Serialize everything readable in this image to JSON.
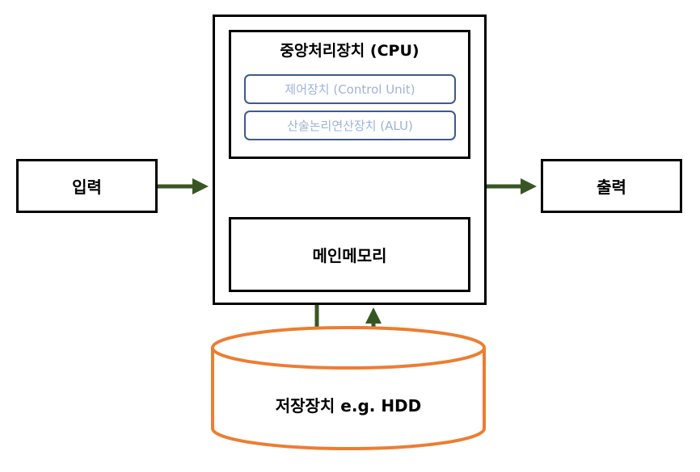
{
  "diagram": {
    "input_label": "입력",
    "output_label": "출력",
    "cpu": {
      "title": "중앙처리장치 (CPU)",
      "control_unit": "제어장치 (Control Unit)",
      "alu": "산술논리연산장치 (ALU)"
    },
    "memory_label": "메인메모리",
    "storage_label": "저장장치 e.g. HDD"
  },
  "colors": {
    "arrow": "#375623",
    "storage_border": "#ed7d31",
    "unit_border": "#3f5a8c",
    "unit_text": "#9fb3d6"
  }
}
